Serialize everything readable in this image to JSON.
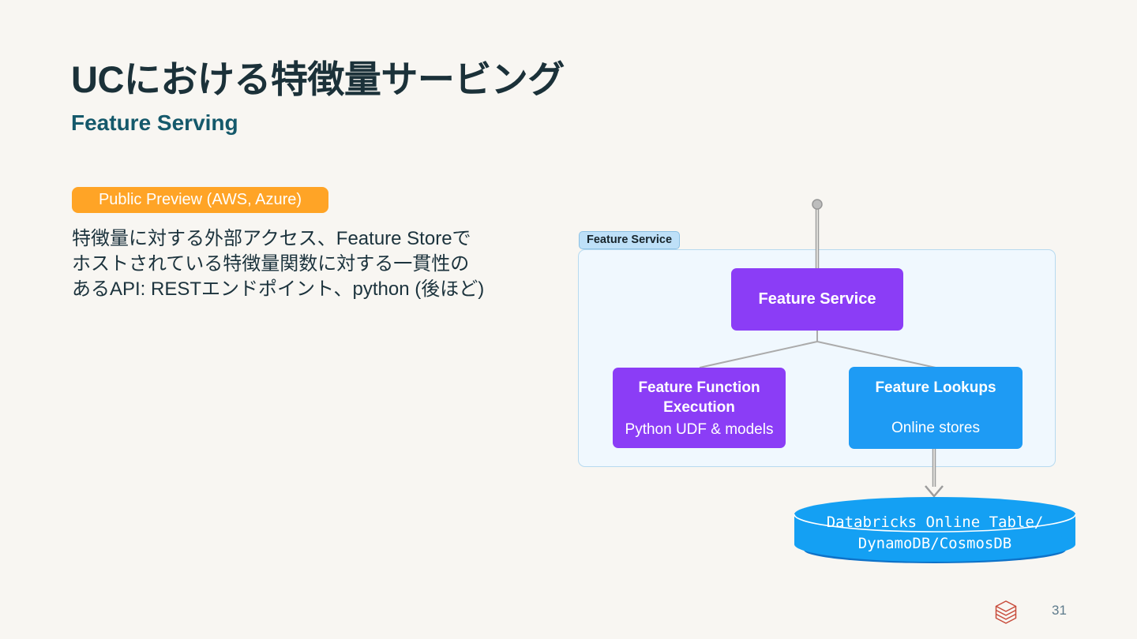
{
  "slide": {
    "title": "UCにおける特徴量サービング",
    "subtitle": "Feature Serving",
    "badge_label": "Public Preview (AWS, Azure)",
    "body_lines": [
      "特徴量に対する外部アクセス、Feature Storeで",
      "ホストされている特徴量関数に対する一貫性の",
      "あるAPI: RESTエンドポイント、python (後ほど)"
    ],
    "page_number": "31"
  },
  "diagram": {
    "group_label": "Feature Service",
    "feature_service": {
      "label": "Feature Service"
    },
    "feature_function": {
      "label_line1": "Feature Function",
      "label_line2": "Execution",
      "sublabel": "Python UDF & models"
    },
    "feature_lookups": {
      "label": "Feature Lookups",
      "sublabel": "Online stores"
    },
    "online_store": {
      "line1": "Databricks Online Table/",
      "line2": "DynamoDB/CosmosDB"
    }
  },
  "colors": {
    "background": "#F8F6F2",
    "title_text": "#1B3139",
    "subtitle_text": "#15596B",
    "badge_orange": "#FFA426",
    "node_purple": "#8B3DF6",
    "node_blue": "#1E9BF4",
    "cylinder_blue": "#14A0F3",
    "cylinder_shadow": "#0E72C8",
    "container_fill": "#F0F8FE",
    "container_border": "#B7DAF0",
    "chip_fill": "#BEE0F8",
    "connector_gray": "#A3A3A3",
    "logo_red": "#C84C3C"
  },
  "icons": {
    "databricks_logo": "databricks-layers-logo"
  }
}
